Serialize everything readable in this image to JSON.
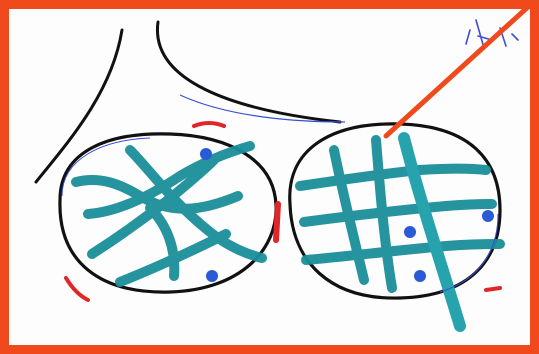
{
  "image": {
    "kind": "hand-drawn marker sketch",
    "colors": {
      "outer_background": "#0e5a57",
      "frame_border": "#f04a1c",
      "paper": "#fdfdfd",
      "ink_outline": "#111111",
      "fiber_teal": "#1a8f9a",
      "fiber_teal_light": "#27a3ad",
      "dot_blue": "#2a5bd6",
      "mark_red": "#e02626",
      "pointer_orange": "#f04a1c",
      "scribble_blue": "#3a4fd8"
    },
    "icons": [
      "left-cell-drawing",
      "right-cell-drawing",
      "pointer-line"
    ]
  }
}
